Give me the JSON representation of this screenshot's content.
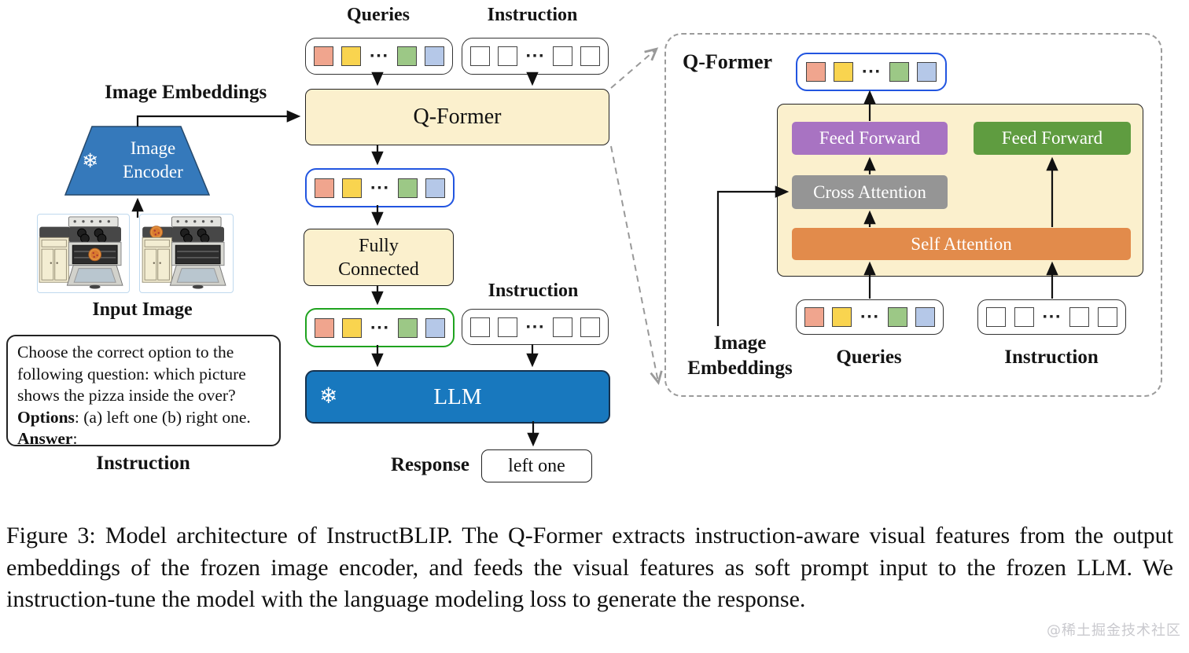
{
  "colors": {
    "cream": "#FBF0CD",
    "llm_blue": "#1878BE",
    "encoder_blue": "#3579BB",
    "ff_purple": "#A873C2",
    "ff_green": "#5F9C40",
    "attn_gray": "#959595",
    "attn_orange": "#E28B4B",
    "row_border_blue": "#2255E0",
    "row_border_green": "#1FA31F",
    "token_fills": [
      "#F0A58E",
      "#F9D44F",
      "#9CC886",
      "#B5C8E8"
    ],
    "watermark_gray": "#C9C9CE"
  },
  "tokens": {
    "dots": "···"
  },
  "left": {
    "image_embeddings_label": "Image Embeddings",
    "encoder_line1": "Image",
    "encoder_line2": "Encoder",
    "snowflake": "❄",
    "input_image_label": "Input Image",
    "instruction_label": "Instruction",
    "instruction_box": {
      "line1": "Choose the correct option to the",
      "line2": "following question: which picture",
      "line3": "shows the pizza inside the over?",
      "line4_bold": "Options",
      "line4_rest": ": (a) left one (b) right one.",
      "line5_bold": "Answer",
      "line5_rest": ":"
    }
  },
  "middle": {
    "queries_label": "Queries",
    "instruction_top_label": "Instruction",
    "qformer_label": "Q-Former",
    "fully_connected_line1": "Fully",
    "fully_connected_line2": "Connected",
    "instruction_mid_label": "Instruction",
    "llm_label": "LLM",
    "llm_snowflake": "❄",
    "response_label": "Response",
    "response_value": "left one"
  },
  "right_panel": {
    "title": "Q-Former",
    "feed_forward_left": "Feed Forward",
    "feed_forward_right": "Feed Forward",
    "cross_attention": "Cross Attention",
    "self_attention": "Self Attention",
    "image_embeddings_line1": "Image",
    "image_embeddings_line2": "Embeddings",
    "queries_label": "Queries",
    "instruction_label": "Instruction"
  },
  "caption": "Figure 3: Model architecture of InstructBLIP. The Q-Former extracts instruction-aware visual features from the output embeddings of the frozen image encoder, and feeds the visual features as soft prompt input to the frozen LLM. We instruction-tune the model with the language modeling loss to generate the response.",
  "watermark": "@稀土掘金技术社区"
}
